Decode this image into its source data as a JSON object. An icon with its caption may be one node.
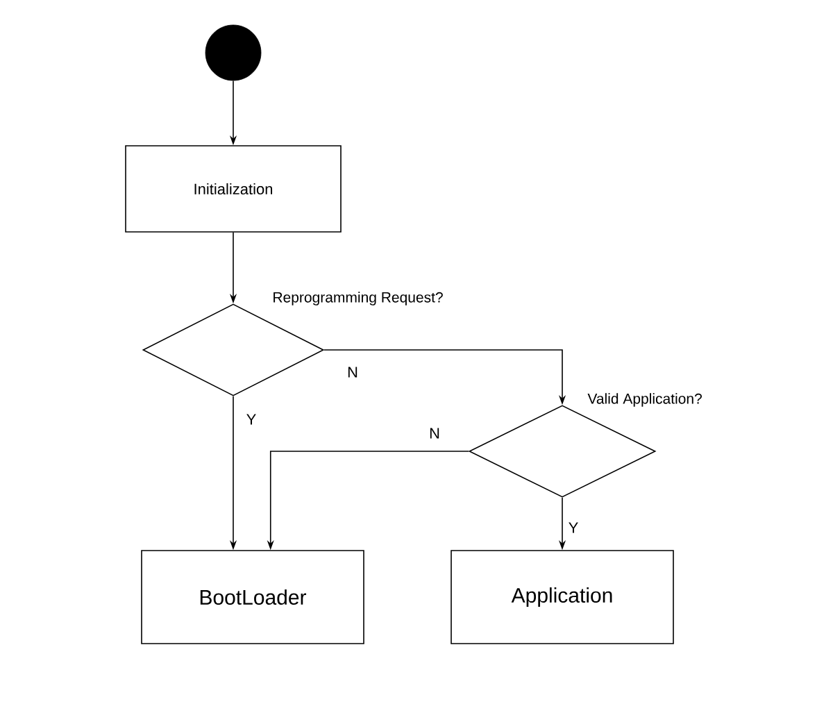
{
  "diagram": {
    "nodes": [
      {
        "text": [],
        "shape": "circle"
      },
      {
        "text": [
          "Initialization"
        ]
      },
      {
        "text": [
          "Reprogramming Request?"
        ]
      },
      {
        "text": [
          "Valid Application?"
        ]
      },
      {
        "text": [
          "BootLoader"
        ]
      },
      {
        "text": [
          "Application"
        ]
      }
    ],
    "edges": [
      {
        "from": 0,
        "to": 1,
        "arrow": "to"
      },
      {
        "from": 1,
        "to": 2,
        "arrow": "to"
      },
      {
        "from": 2,
        "to": 4,
        "arrow": "to",
        "label": "Y"
      },
      {
        "from": 2,
        "to": 3,
        "arrow": "to",
        "label": "N"
      },
      {
        "from": 3,
        "to": 4,
        "arrow": "to",
        "label": "N"
      },
      {
        "from": 3,
        "to": 5,
        "arrow": "to",
        "label": "Y"
      }
    ]
  }
}
